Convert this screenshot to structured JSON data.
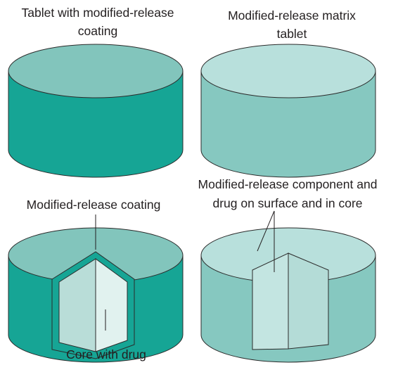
{
  "labels": {
    "coated_tablet": [
      "Tablet with modified-release",
      "coating"
    ],
    "matrix_tablet": [
      "Modified-release matrix",
      "tablet"
    ],
    "coating": "Modified-release coating",
    "core": "Core with drug",
    "matrix_component": [
      "Modified-release component and",
      "drug on surface and in core"
    ]
  },
  "colors": {
    "coated_side": "#16a595",
    "coated_top": "#82c5bc",
    "matrix_side": "#86c8c0",
    "matrix_top": "#b8e0dc",
    "core_face_left": "#b9ddd8",
    "core_face_right": "#e1f2ef",
    "matrix_cut_left": "#c3e5e1",
    "matrix_cut_right": "#b4dcd7",
    "outline": "#2b2b2b",
    "text": "#231f20"
  }
}
